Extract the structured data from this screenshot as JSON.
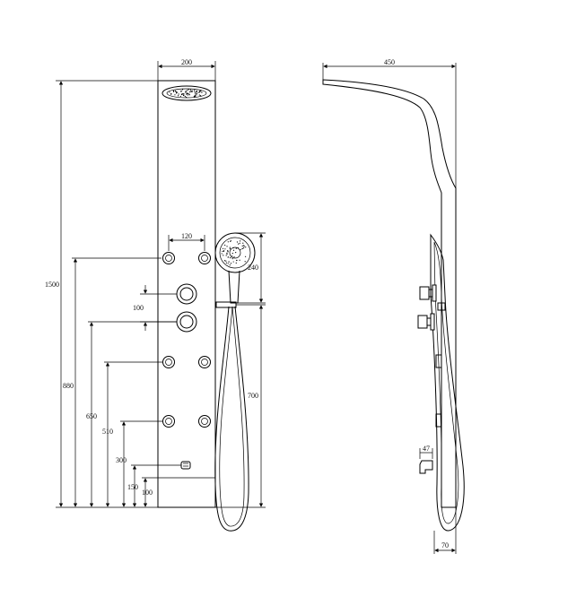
{
  "front_view": {
    "width_label": "200",
    "jet_spacing_label": "120",
    "height_label": "1500",
    "jet1_height_label": "880",
    "knob1_gap_label": "100",
    "knob2_height_label": "650",
    "jet2_height_label": "510",
    "jet3_height_label": "300",
    "spout_height_label": "150",
    "outlet_height_label": "100",
    "handshower_label": "240",
    "holder_height_label": "700"
  },
  "side_view": {
    "depth_label": "450",
    "spout_label": "47",
    "base_depth_label": "70"
  }
}
